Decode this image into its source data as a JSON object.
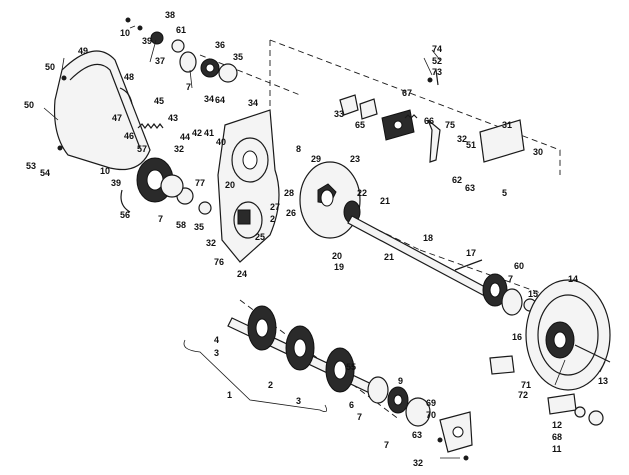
{
  "diagram": {
    "callouts": [
      "10",
      "38",
      "39",
      "61",
      "37",
      "36",
      "7",
      "35",
      "49",
      "50",
      "48",
      "45",
      "47",
      "46",
      "43",
      "44",
      "42",
      "41",
      "40",
      "34",
      "64",
      "33",
      "65",
      "67",
      "66",
      "74",
      "52",
      "73",
      "75",
      "31",
      "32",
      "51",
      "62",
      "63",
      "5",
      "30",
      "8",
      "29",
      "23",
      "22",
      "21",
      "20",
      "19",
      "18",
      "17",
      "60",
      "2",
      "28",
      "27",
      "26",
      "25",
      "24",
      "76",
      "58",
      "57",
      "56",
      "77",
      "53",
      "54",
      "4",
      "3",
      "1",
      "9",
      "55",
      "6",
      "69",
      "70",
      "14",
      "15",
      "16",
      "71",
      "72",
      "13",
      "12",
      "68",
      "11"
    ]
  }
}
